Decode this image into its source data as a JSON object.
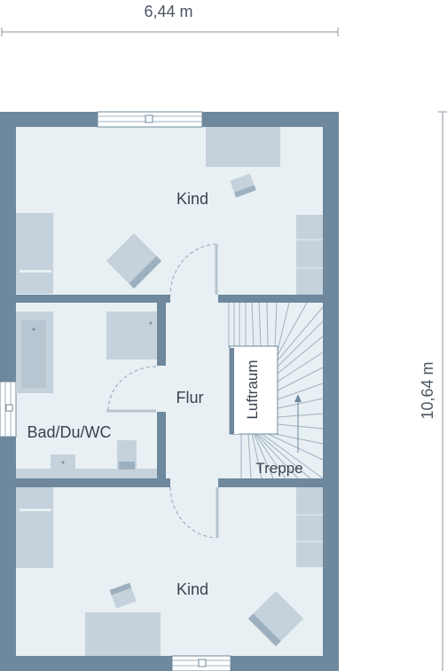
{
  "dimensions": {
    "width_label": "6,44 m",
    "height_label": "10,64 m"
  },
  "rooms": {
    "kind_top": "Kind",
    "bad": "Bad/Du/WC",
    "flur": "Flur",
    "luftraum": "Luftraum",
    "treppe": "Treppe",
    "kind_bottom": "Kind"
  },
  "colors": {
    "wall": "#6e889d",
    "floor": "#e8f0f3",
    "furniture": "#c5d1db",
    "furniture_dark": "#9db0c0",
    "line": "#b5c4d0",
    "text": "#3a4250"
  }
}
